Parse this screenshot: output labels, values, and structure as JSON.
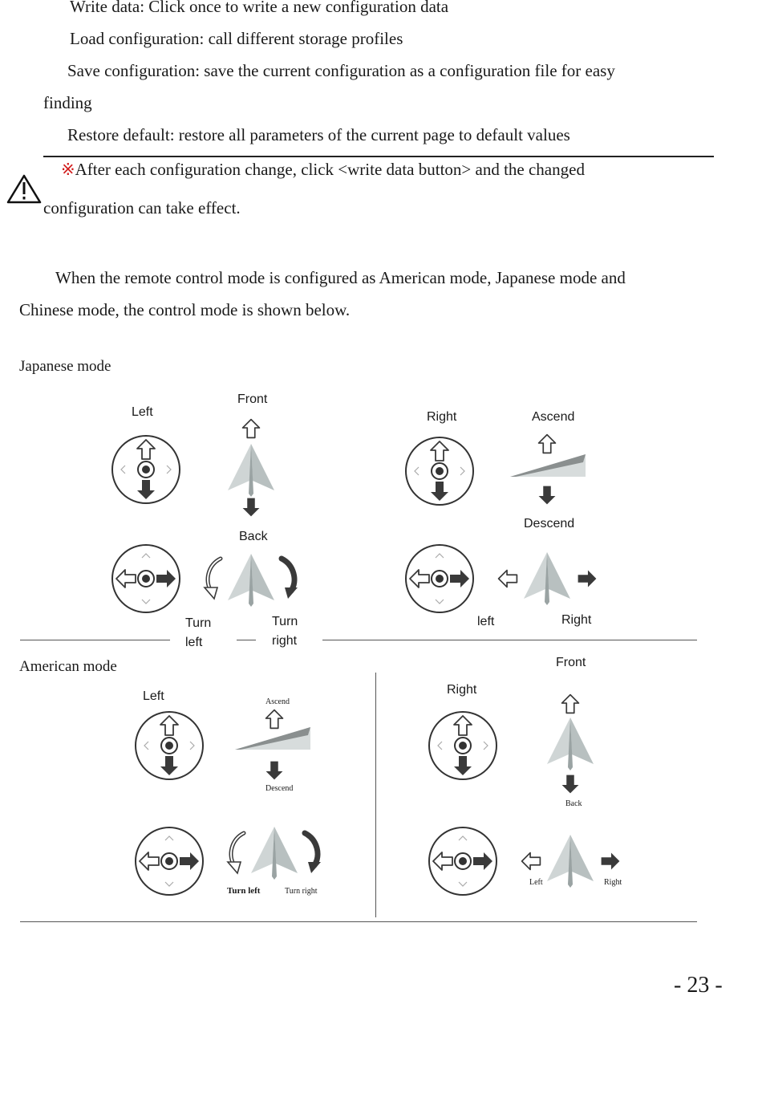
{
  "text": {
    "line1": "Write data: Click once to write a new configuration data",
    "line2": "Load configuration: call different storage profiles",
    "line3a": "Save configuration:  save the current configuration as a configuration file for easy",
    "line3b": "finding",
    "line4": "Restore default: restore all parameters of the current page to default values",
    "note_mark": "※",
    "note_a": "After each configuration change, click <write data button> and the changed",
    "note_b": "configuration can take effect.",
    "para_a": "When the remote control mode is configured as American mode, Japanese mode and",
    "para_b": "Chinese mode, the control mode is shown below."
  },
  "japanese": {
    "title": "Japanese mode",
    "left": "Left",
    "front": "Front",
    "back": "Back",
    "right": "Right",
    "ascend": "Ascend",
    "descend": "Descend",
    "turn_left_1": "Turn",
    "turn_left_2": "left",
    "turn_right_1": "Turn",
    "turn_right_2": "right",
    "left_lower": "left",
    "right_lower": "Right"
  },
  "american": {
    "title": "American mode",
    "left": "Left",
    "ascend": "Ascend",
    "descend": "Descend",
    "turn_left": "Turn left",
    "turn_right": "Turn right",
    "right": "Right",
    "front": "Front",
    "back": "Back",
    "left_lower": "Left",
    "right_lower": "Right"
  },
  "page_number": "- 23 -",
  "icons": {
    "warning": "warning-triangle-icon",
    "stick": "joystick-icon",
    "plane": "paper-plane-icon",
    "arrow": "arrow-icon",
    "rotate": "rotate-arrow-icon"
  }
}
